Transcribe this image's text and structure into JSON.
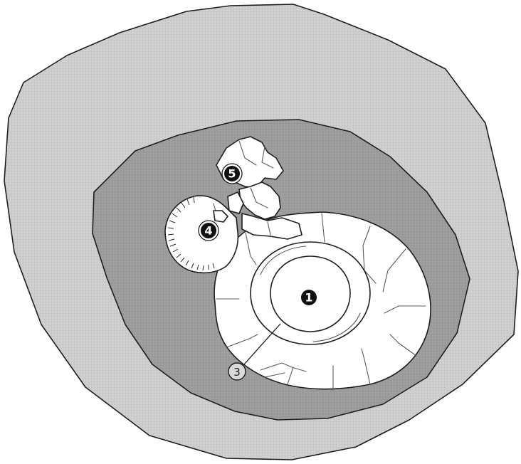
{
  "colors": {
    "outer_matrix": "#cbcbcb",
    "inner_matrix": "#9a9a9a",
    "shell": "#ffffff",
    "outline": "#1e1e1e",
    "badge_fill": "#111111",
    "badge_text": "#ffffff",
    "outlined_badge_fill": "#d9d9d9"
  },
  "labels": {
    "label_1": "1",
    "label_3": "3",
    "label_4": "4",
    "label_5": "5"
  }
}
